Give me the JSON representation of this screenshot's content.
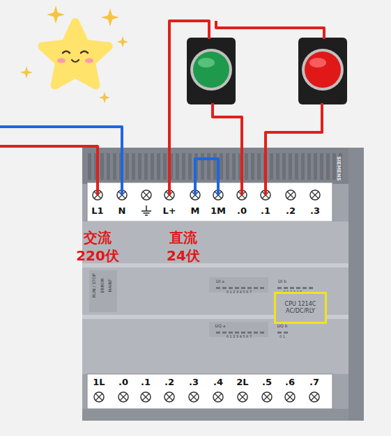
{
  "diagram": {
    "nodes": [
      {
        "text": [
          "CPU 1214C AC/DC/RLY"
        ]
      }
    ],
    "labels": [
      "L1",
      "N",
      "L+",
      "M",
      "1M",
      ".0",
      ".1",
      ".2",
      ".3",
      "交流 220伏",
      "直流 24伏",
      "1L",
      ".0",
      ".1",
      ".2",
      ".3",
      ".4",
      "2L",
      ".5",
      ".6",
      ".7",
      "SIEMENS",
      "RUN / STOP",
      "ERROR",
      "MAINT",
      "DI a",
      "0 1 2 3 4 5 6 7",
      "DI b",
      "0 1 2 3 4 5",
      "DQ a",
      "0 1 2 3 4 5 6 7",
      "DQ b",
      "0 1"
    ]
  }
}
